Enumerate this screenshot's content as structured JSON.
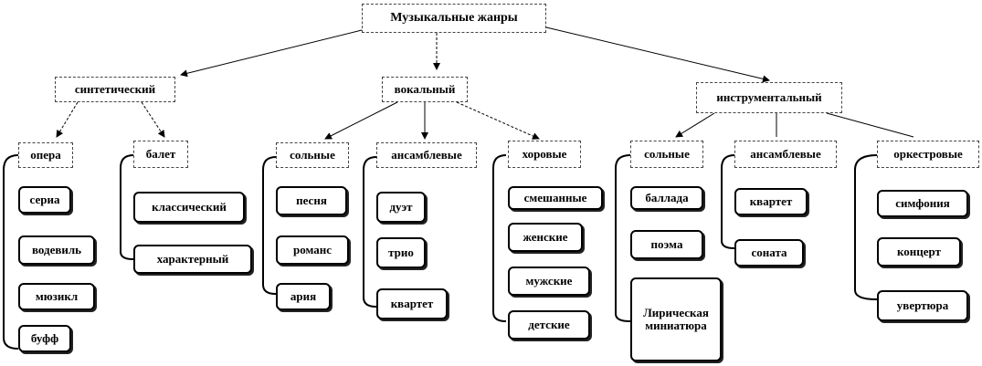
{
  "root": "Музыкальные жанры",
  "categories": [
    "синтетический",
    "вокальный",
    "инструментальный"
  ],
  "subgroups": [
    "опера",
    "балет",
    "сольные",
    "ансамблевые",
    "хоровые",
    "сольные",
    "ансамблевые",
    "оркестровые"
  ],
  "opera": [
    "сериа",
    "водевиль",
    "мюзикл",
    "буфф"
  ],
  "ballet": [
    "классический",
    "характерный"
  ],
  "vocal_solo": [
    "песня",
    "романс",
    "ария"
  ],
  "vocal_ensemble": [
    "дуэт",
    "трио",
    "квартет"
  ],
  "choral": [
    "смешанные",
    "женские",
    "мужские",
    "детские"
  ],
  "instr_solo": [
    "баллада",
    "поэма",
    "Лирическая миниатюра"
  ],
  "instr_ensemble": [
    "квартет",
    "соната"
  ],
  "orchestral": [
    "симфония",
    "концерт",
    "увертюра"
  ]
}
